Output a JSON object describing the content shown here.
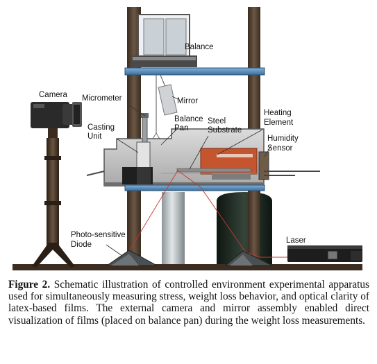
{
  "labels": {
    "balance": "Balance",
    "camera": "Camera",
    "micrometer": "Micrometer",
    "mirror": "Mirror",
    "balance_pan_1": "Balance",
    "balance_pan_2": "Pan",
    "casting_unit_1": "Casting",
    "casting_unit_2": "Unit",
    "steel_substrate_1": "Steel",
    "steel_substrate_2": "Substrate",
    "heating_element_1": "Heating",
    "heating_element_2": "Element",
    "humidity_sensor_1": "Humidity",
    "humidity_sensor_2": "Sensor",
    "photodiode_1": "Photo-sensitive",
    "photodiode_2": "Diode",
    "laser": "Laser"
  },
  "caption": {
    "figure_label": "Figure 2.",
    "text": "Schematic illustration of controlled environment experimental apparatus used for simultaneously measuring stress, weight loss behavior, and optical clarity of latex-based films. The external camera and mirror assembly enabled direct visualization of films (placed on balance pan) during the weight loss measurements."
  },
  "colors": {
    "frame": "#4a3a2c",
    "shelf_blue": "#5b8fbf",
    "laser_beam": "#c0392b",
    "heater": "#c4552e",
    "chamber": "#c9c9c9",
    "cylinder_gray": "#b9bfc3",
    "cylinder_dark": "#1f2a22"
  }
}
